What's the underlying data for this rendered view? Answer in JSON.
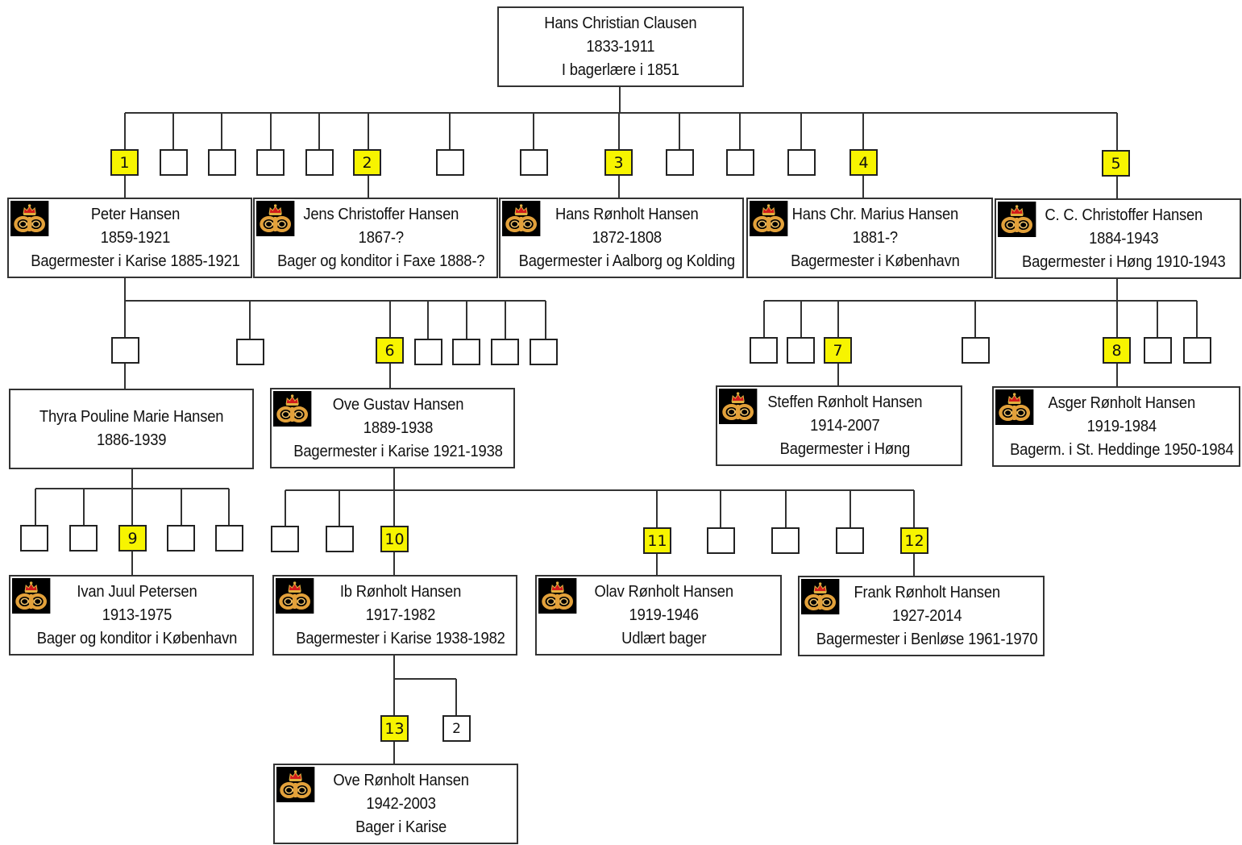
{
  "colors": {
    "badge_fill": "#f7f400",
    "line": "#333333",
    "logo_bg": "#000000"
  },
  "logo_icon": "baker-guild-pretzel-crown-icon",
  "persons": [
    {
      "id": "root",
      "lines": [
        "Hans Christian Clausen",
        "1833-1911",
        "I bagerlære i 1851"
      ],
      "logo": false
    },
    {
      "id": "p1",
      "lines": [
        "Peter Hansen",
        "1859-1921",
        "Bagermester i Karise 1885-1921"
      ],
      "logo": true
    },
    {
      "id": "p2",
      "lines": [
        "Jens Christoffer Hansen",
        "1867-?",
        "Bager og konditor i Faxe 1888-?"
      ],
      "logo": true
    },
    {
      "id": "p3",
      "lines": [
        "Hans Rønholt Hansen",
        "1872-1808",
        "Bagermester i Aalborg og Kolding"
      ],
      "logo": true
    },
    {
      "id": "p4",
      "lines": [
        "Hans Chr. Marius Hansen",
        "1881-?",
        "Bagermester i København"
      ],
      "logo": true
    },
    {
      "id": "p5",
      "lines": [
        "C. C. Christoffer Hansen",
        "1884-1943",
        "Bagermester i Høng 1910-1943"
      ],
      "logo": true
    },
    {
      "id": "thyra",
      "lines": [
        "Thyra Pouline Marie Hansen",
        "1886-1939"
      ],
      "logo": false
    },
    {
      "id": "p6",
      "lines": [
        "Ove Gustav Hansen",
        "1889-1938",
        "Bagermester i Karise 1921-1938"
      ],
      "logo": true
    },
    {
      "id": "p7",
      "lines": [
        "Steffen Rønholt Hansen",
        "1914-2007",
        "Bagermester i Høng"
      ],
      "logo": true
    },
    {
      "id": "p8",
      "lines": [
        "Asger Rønholt Hansen",
        "1919-1984",
        "Bagerm. i St. Heddinge 1950-1984"
      ],
      "logo": true
    },
    {
      "id": "p9",
      "lines": [
        "Ivan Juul Petersen",
        "1913-1975",
        "Bager og konditor i København"
      ],
      "logo": true
    },
    {
      "id": "p10",
      "lines": [
        "Ib Rønholt Hansen",
        "1917-1982",
        "Bagermester i Karise 1938-1982"
      ],
      "logo": true
    },
    {
      "id": "p11",
      "lines": [
        "Olav Rønholt Hansen",
        "1919-1946",
        "Udlært bager"
      ],
      "logo": true
    },
    {
      "id": "p12",
      "lines": [
        "Frank Rønholt Hansen",
        "1927-2014",
        "Bagermester i Benløse 1961-1970"
      ],
      "logo": true
    },
    {
      "id": "p13",
      "lines": [
        "Ove Rønholt Hansen",
        "1942-2003",
        "Bager i Karise"
      ],
      "logo": true
    }
  ],
  "badges": [
    {
      "id": "b1",
      "label": "1",
      "style": "num"
    },
    {
      "id": "b2",
      "label": "2",
      "style": "num"
    },
    {
      "id": "b3",
      "label": "3",
      "style": "num"
    },
    {
      "id": "b4",
      "label": "4",
      "style": "num"
    },
    {
      "id": "b5",
      "label": "5",
      "style": "num"
    },
    {
      "id": "b6",
      "label": "6",
      "style": "num"
    },
    {
      "id": "b7",
      "label": "7",
      "style": "num"
    },
    {
      "id": "b8",
      "label": "8",
      "style": "num"
    },
    {
      "id": "b9",
      "label": "9",
      "style": "num"
    },
    {
      "id": "b10",
      "label": "10",
      "style": "num"
    },
    {
      "id": "b11",
      "label": "11",
      "style": "num"
    },
    {
      "id": "b12",
      "label": "12",
      "style": "num"
    },
    {
      "id": "b13",
      "label": "13",
      "style": "num"
    },
    {
      "id": "bsib2",
      "label": "2",
      "style": "plain-num"
    }
  ]
}
